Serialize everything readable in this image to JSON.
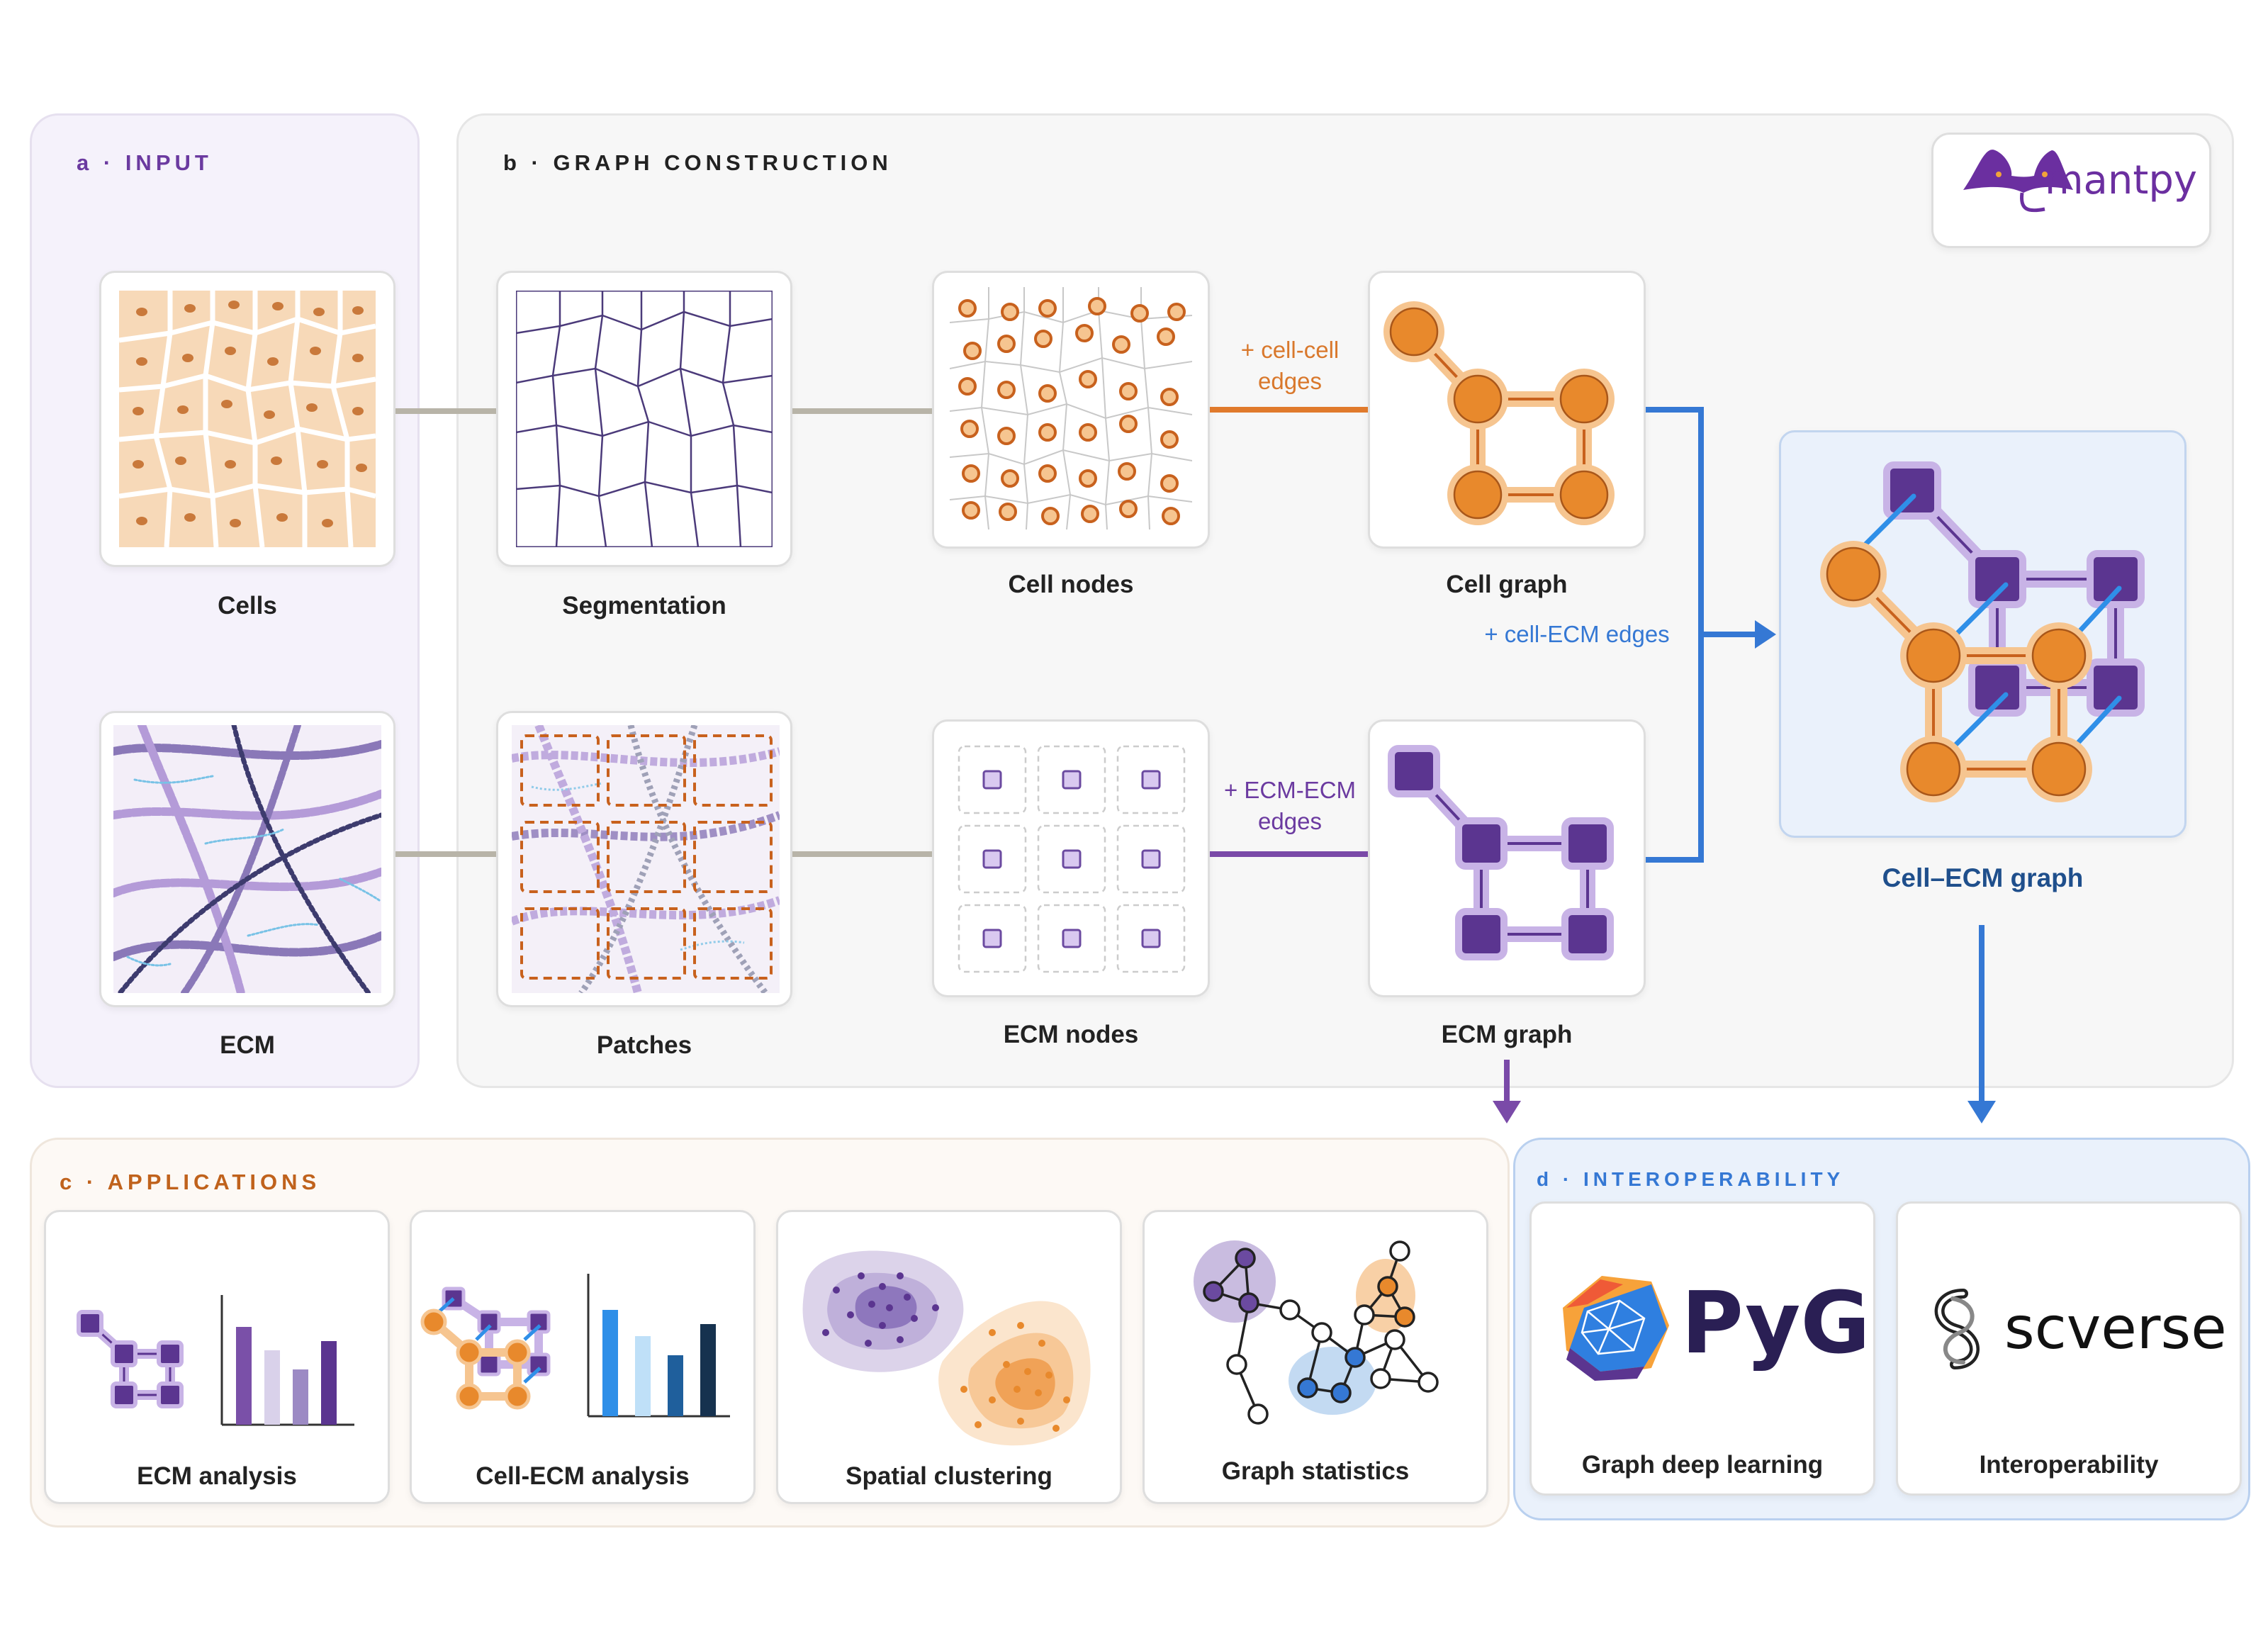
{
  "panels": {
    "input": {
      "letter": "a",
      "title": "INPUT"
    },
    "graph": {
      "letter": "b",
      "title": "GRAPH CONSTRUCTION"
    },
    "applications": {
      "letter": "c",
      "title": "APPLICATIONS"
    },
    "interop": {
      "letter": "d",
      "title": "INTEROPERABILITY"
    }
  },
  "logo": {
    "text": "mantpy"
  },
  "input": {
    "cells_label": "Cells",
    "ecm_label": "ECM"
  },
  "construction": {
    "segmentation_label": "Segmentation",
    "patches_label": "Patches",
    "cell_nodes_label": "Cell nodes",
    "ecm_nodes_label": "ECM nodes",
    "cell_graph_label": "Cell graph",
    "ecm_graph_label": "ECM graph",
    "cell_cell_edges": [
      "+ cell-cell",
      "edges"
    ],
    "ecm_ecm_edges": [
      "+ ECM-ECM",
      "edges"
    ],
    "cell_ecm_edges": "+ cell-ECM edges",
    "combined_label": "Cell–ECM graph"
  },
  "applications": {
    "items": [
      {
        "label": "ECM analysis"
      },
      {
        "label": "Cell-ECM analysis"
      },
      {
        "label": "Spatial clustering"
      },
      {
        "label": "Graph statistics"
      }
    ]
  },
  "interop": {
    "pyg_text": "PyG",
    "pyg_label": "Graph deep learning",
    "scverse_text": "scverse",
    "scverse_label": "Interoperability"
  },
  "colors": {
    "orange": "#e8892c",
    "purple": "#5b3590",
    "blue": "#3578d4",
    "gray_connector": "#b8b4a8"
  }
}
